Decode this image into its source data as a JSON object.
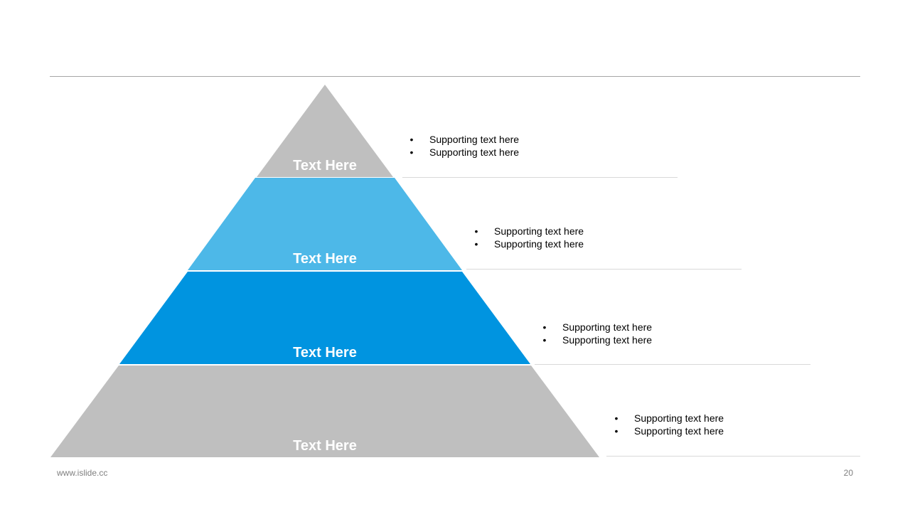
{
  "colors": {
    "gray": "#bfbfbf",
    "light_blue": "#4db8e8",
    "blue": "#0094e0",
    "rule": "#a6a6a6",
    "divider": "#d9d9d9"
  },
  "pyramid": {
    "levels": [
      {
        "title": "Text Here",
        "bullets": [
          "Supporting text here",
          "Supporting text here"
        ]
      },
      {
        "title": "Text Here",
        "bullets": [
          "Supporting text here",
          "Supporting text here"
        ]
      },
      {
        "title": "Text Here",
        "bullets": [
          "Supporting text here",
          "Supporting text here"
        ]
      },
      {
        "title": "Text Here",
        "bullets": [
          "Supporting text here",
          "Supporting text here"
        ]
      }
    ]
  },
  "bullet_glyph": "•",
  "footer": {
    "url": "www.islide.cc",
    "page_number": "20"
  }
}
